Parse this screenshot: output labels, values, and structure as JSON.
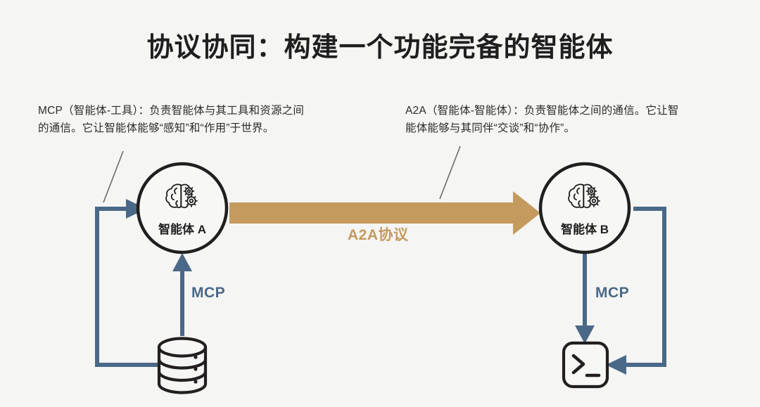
{
  "page": {
    "title": "协议协同：构建一个功能完备的智能体",
    "background_color": "#f5f5f3"
  },
  "colors": {
    "accent_blue": "#4a6887",
    "accent_tan": "#c49a5f",
    "ink": "#1f1f1f",
    "background": "#f5f5f3"
  },
  "annotations": {
    "mcp": {
      "text": "MCP（智能体-工具）：负责智能体与其工具和资源之间的通信。它让智能体能够“感知”和“作用”于世界。"
    },
    "a2a": {
      "text": "A2A（智能体-智能体）：负责智能体之间的通信。它让智能体能够与其同伴“交谈”和“协作”。"
    }
  },
  "nodes": {
    "agent_a": {
      "label": "智能体 A",
      "icon": "brain-gears-icon"
    },
    "agent_b": {
      "label": "智能体 B",
      "icon": "brain-gears-icon"
    },
    "database": {
      "icon": "database-icon"
    },
    "terminal": {
      "icon": "terminal-icon"
    }
  },
  "edges": {
    "a2a": {
      "label": "A2A协议",
      "color": "#c49a5f",
      "from": "智能体 A",
      "to": "智能体 B"
    },
    "mcp_left": {
      "label": "MCP",
      "color": "#4a6887",
      "from": "database-icon",
      "to": "智能体 A"
    },
    "mcp_right": {
      "label": "MCP",
      "color": "#4a6887",
      "from": "智能体 B",
      "to": "terminal-icon"
    }
  }
}
